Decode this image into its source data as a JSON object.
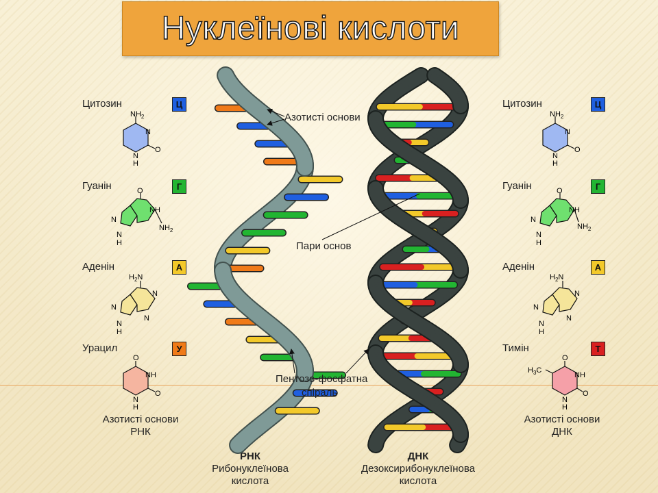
{
  "title": "Нуклеїнові кислоти",
  "left_panel": {
    "items": [
      {
        "name": "Цитозин",
        "letter": "Ц",
        "color": "#1f5fe0"
      },
      {
        "name": "Гуанін",
        "letter": "Г",
        "color": "#22b532"
      },
      {
        "name": "Аденін",
        "letter": "А",
        "color": "#f3c92a"
      },
      {
        "name": "Урацил",
        "letter": "У",
        "color": "#f07a18"
      }
    ],
    "caption_line1": "Азотисті основи",
    "caption_line2": "РНК"
  },
  "right_panel": {
    "items": [
      {
        "name": "Цитозин",
        "letter": "Ц",
        "color": "#1f5fe0"
      },
      {
        "name": "Гуанін",
        "letter": "Г",
        "color": "#22b532"
      },
      {
        "name": "Аденін",
        "letter": "А",
        "color": "#f3c92a"
      },
      {
        "name": "Тимін",
        "letter": "Т",
        "color": "#d92020"
      }
    ],
    "caption_line1": "Азотисті основи",
    "caption_line2": "ДНК"
  },
  "structure_labels": {
    "nh2": "NH",
    "sub2": "2",
    "n": "N",
    "nh": "NH",
    "h": "H",
    "o": "O",
    "h3c": "H",
    "sub3": "3",
    "c": "C",
    "h2n": "H",
    "n_after": "N"
  },
  "annotations": {
    "nitrogen_bases": "Азотисті основи",
    "base_pairs": "Пари основ",
    "backbone_line1": "Пентозо-фосфатна",
    "backbone_line2": "спіраль"
  },
  "rna": {
    "label": "РНК",
    "full_line1": "Рибонуклеїнова",
    "full_line2": "кислота"
  },
  "dna": {
    "label": "ДНК",
    "full_line1": "Дезоксирибонуклеїнова",
    "full_line2": "кислота"
  },
  "colors": {
    "cytosine": "#1f5fe0",
    "guanine": "#22b532",
    "adenine": "#f3c92a",
    "uracil": "#f07a18",
    "thymine": "#d92020",
    "rna_backbone": "#7f9a97",
    "dna_backbone": "#3a4340",
    "title_bg": "#efa43c"
  }
}
